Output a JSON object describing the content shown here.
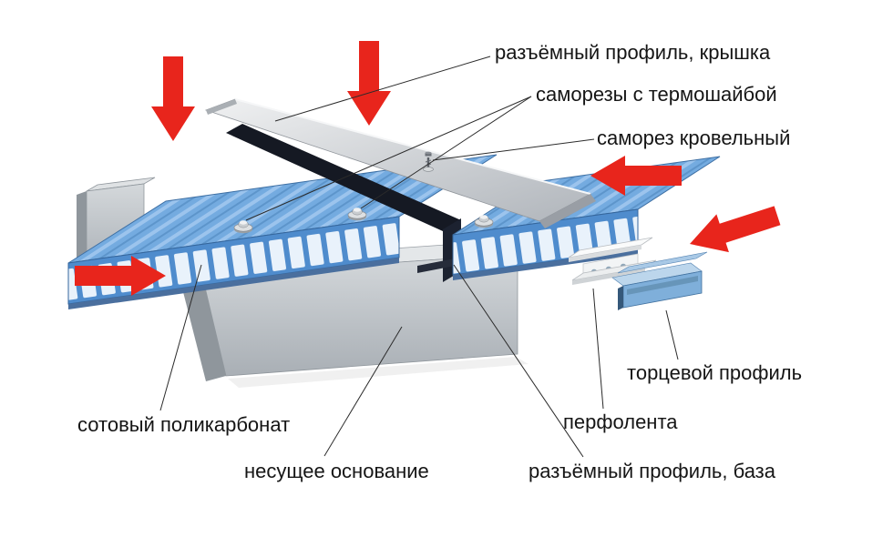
{
  "colors": {
    "arrow": "#e8251c",
    "panel_blue": "#74abe0",
    "beam_gray": "#c6cbd0",
    "profile_dark": "#171b26",
    "cap_gray": "#d7dade"
  },
  "labels": {
    "cap_profile": "разъёмный профиль, крышка",
    "thermo_screws": "саморезы с термошайбой",
    "roofing_screw": "саморез кровельный",
    "end_profile": "торцевой профиль",
    "perforated_tape": "перфолента",
    "base_profile": "разъёмный профиль, база",
    "polycarbonate": "сотовый поликарбонат",
    "support_base": "несущее основание"
  }
}
